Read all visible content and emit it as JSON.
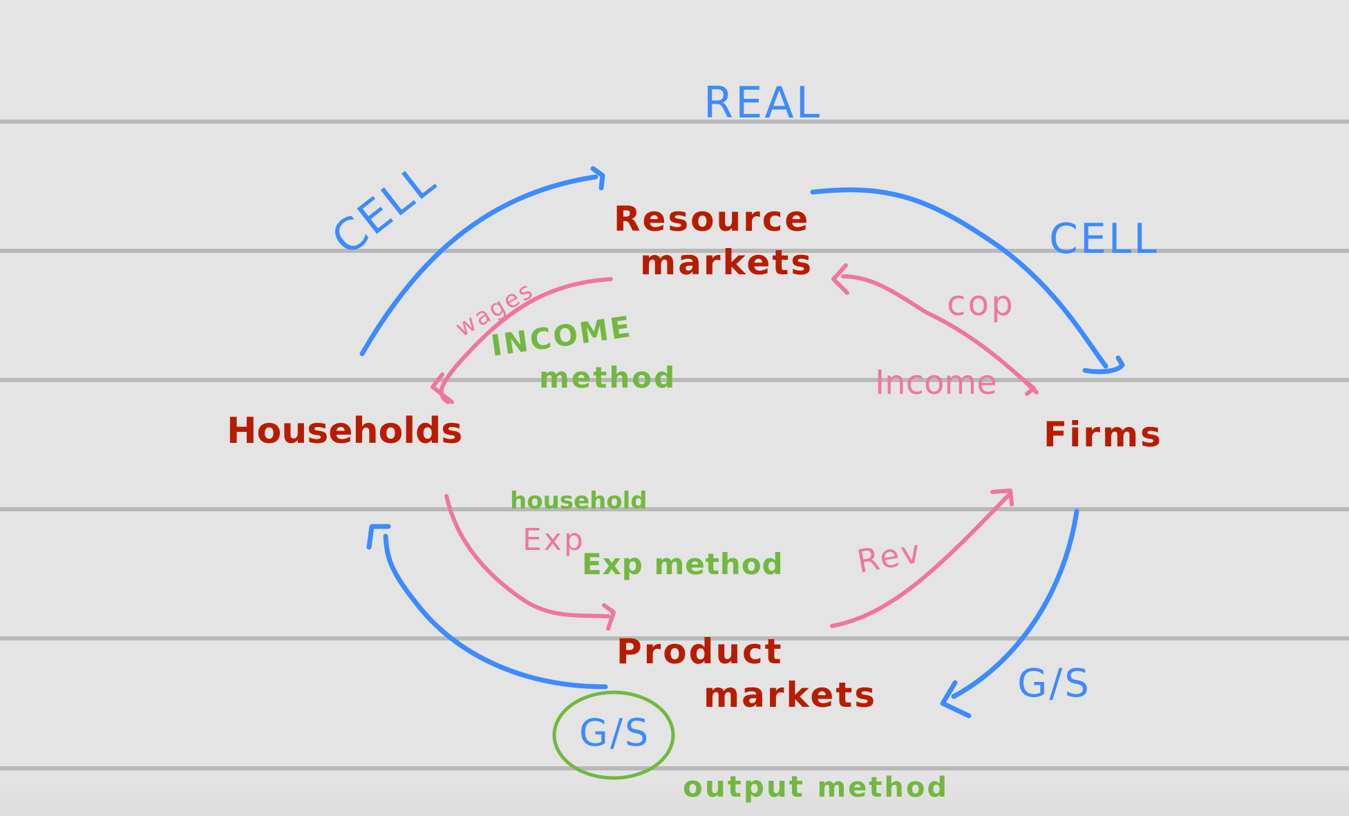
{
  "diagram": {
    "title": "REAL",
    "colors": {
      "background": "#e4e4e4",
      "rule_line": "#b8b8b8",
      "sector_ink": "#b81c00",
      "real_flow_ink": "#3d8bfd",
      "money_flow_ink": "#ef76a0",
      "method_ink": "#72b840"
    },
    "sectors": {
      "households": "Households",
      "firms": "Firms",
      "resource_markets_line1": "Resource",
      "resource_markets_line2": "markets",
      "product_markets_line1": "Product",
      "product_markets_line2": "markets"
    },
    "real_flows": {
      "households_to_resource": "CELL",
      "resource_to_firms": "CELL",
      "firms_to_product": "G/S",
      "product_to_households": "G/S"
    },
    "money_flows": {
      "resource_to_households": "wages",
      "firms_to_resource": "cop",
      "firms_income": "Income",
      "households_to_product": "Exp",
      "product_to_firms": "Rev"
    },
    "methods": {
      "income_line1": "INCOME",
      "income_line2": "method",
      "household_note": "household",
      "expenditure": "Exp method",
      "output_line1": "output",
      "output_line2": "method"
    }
  }
}
